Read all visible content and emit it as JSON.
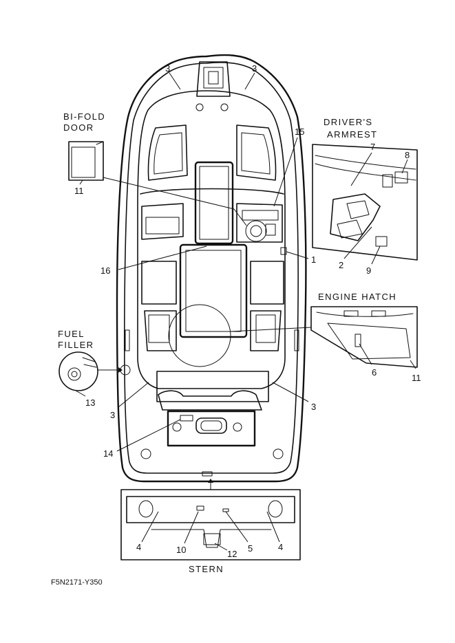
{
  "figure_code": "F5N2171-Y350",
  "insets": {
    "bifold_door": {
      "title_line1": "BI-FOLD",
      "title_line2": "DOOR",
      "callout": "11"
    },
    "drivers_armrest": {
      "title_line1": "DRIVER'S",
      "title_line2": "ARMREST",
      "callouts": [
        "7",
        "8",
        "2",
        "9"
      ]
    },
    "engine_hatch": {
      "title": "ENGINE HATCH",
      "callouts": [
        "6",
        "11"
      ]
    },
    "fuel_filler": {
      "title_line1": "FUEL",
      "title_line2": "FILLER",
      "callout": "13"
    },
    "stern": {
      "title": "STERN",
      "callouts": [
        "4",
        "10",
        "12",
        "5",
        "4"
      ]
    }
  },
  "hull_callouts": {
    "bow_left": "3",
    "bow_right": "3",
    "starboard_15": "15",
    "helm_1": "1",
    "center_16": "16",
    "aft_left": "3",
    "aft_right": "3",
    "platform_14": "14"
  }
}
